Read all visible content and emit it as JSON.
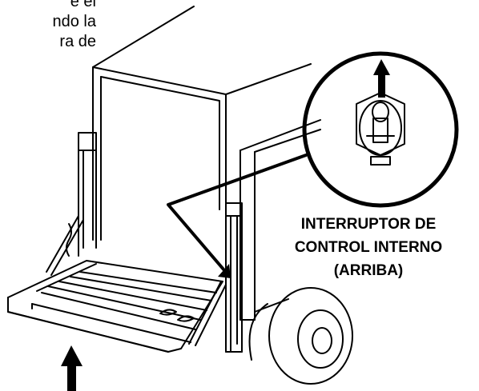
{
  "intro_lines": [
    "e el",
    "ndo la",
    "ra de"
  ],
  "callout": {
    "line1": "INTERRUPTOR DE",
    "line2": "CONTROL INTERNO",
    "line3": "(ARRIBA)"
  },
  "colors": {
    "ink": "#000000",
    "paper": "#ffffff"
  }
}
